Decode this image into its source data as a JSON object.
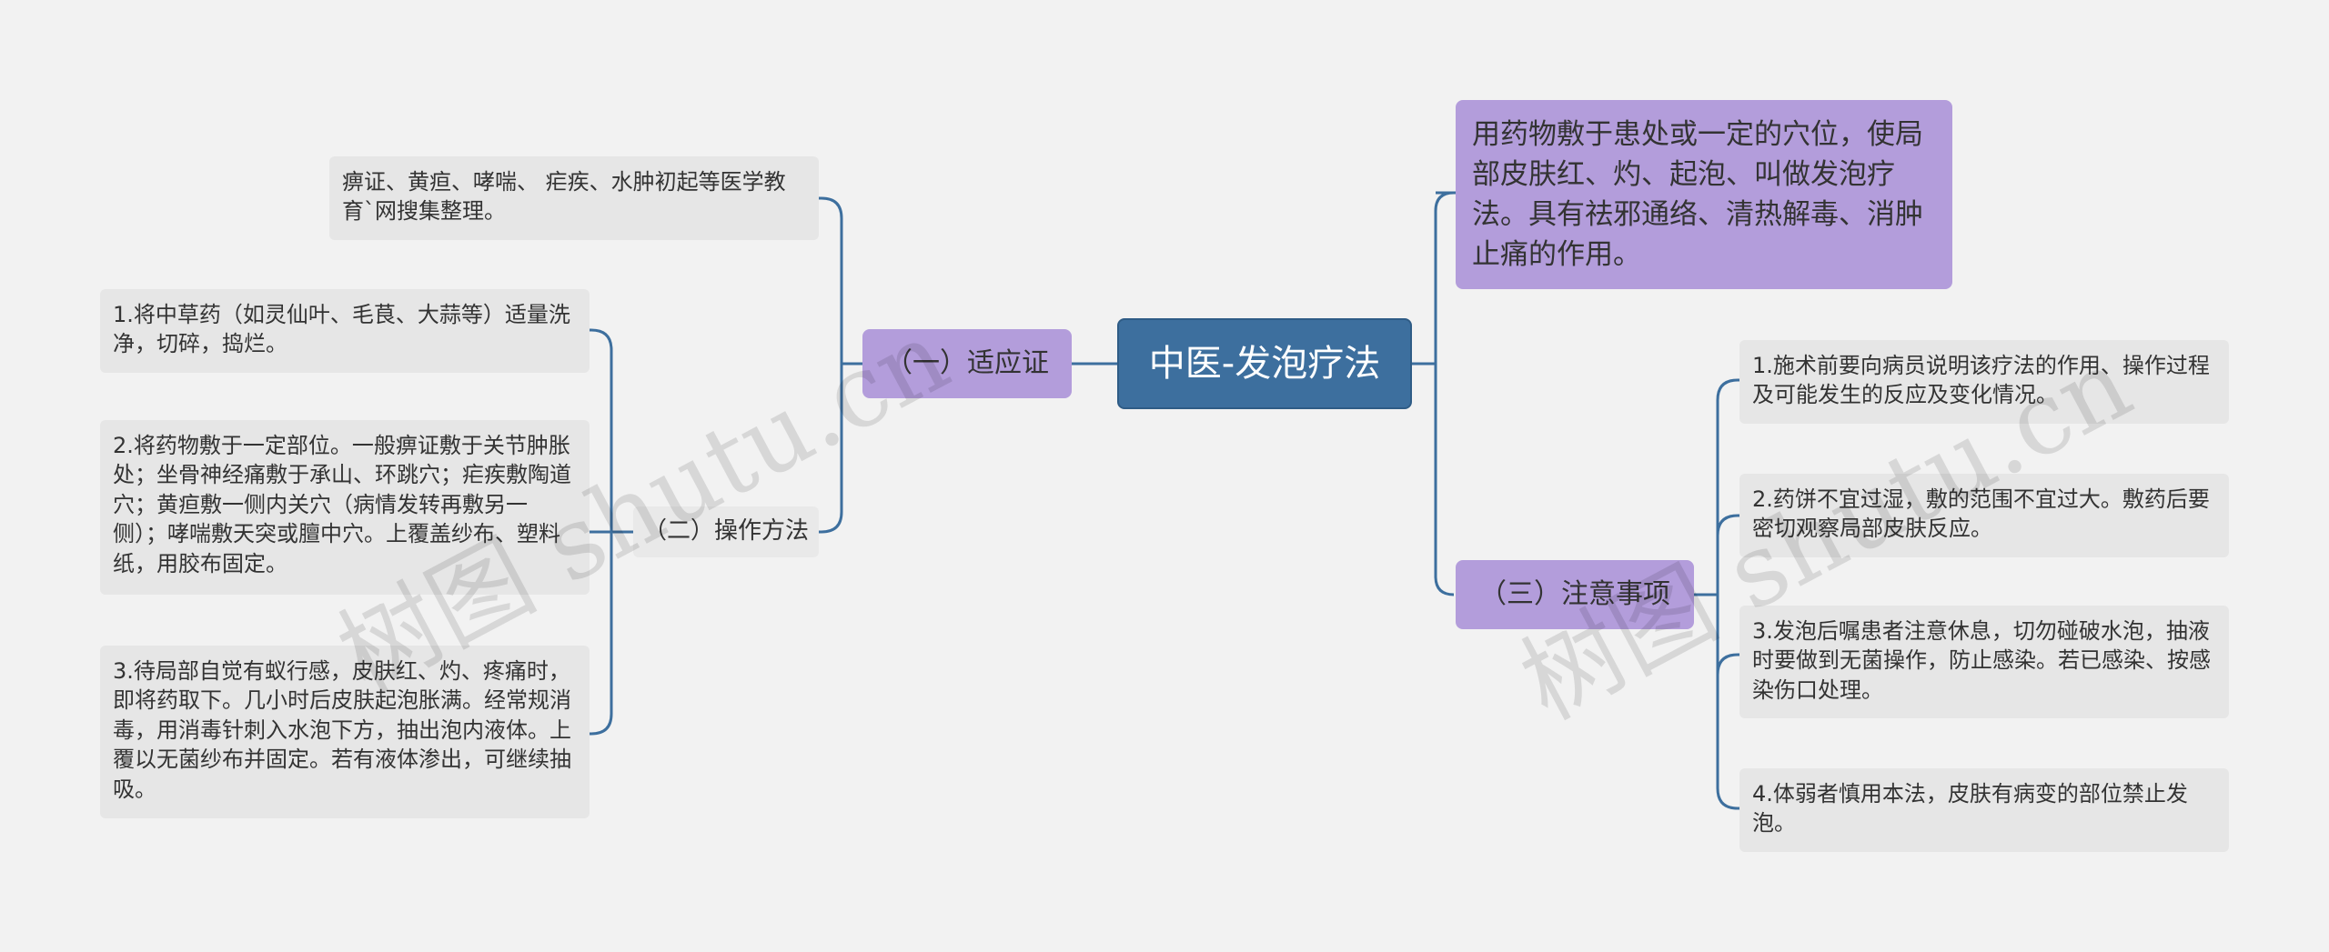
{
  "root": {
    "label": "中医-发泡疗法"
  },
  "description": "用药物敷于患处或一定的穴位，使局部皮肤红、灼、起泡、叫做发泡疗法。具有祛邪通络、清热解毒、消肿止痛的作用。",
  "branches": {
    "indications": {
      "label": "（一）适应证",
      "items": [
        "痹证、黄疸、哮喘、 疟疾、水肿初起等医学教育`网搜集整理。"
      ]
    },
    "procedure": {
      "label": "（二）操作方法",
      "items": [
        "1.将中草药（如灵仙叶、毛茛、大蒜等）适量洗净，切碎，捣烂。",
        "2.将药物敷于一定部位。一般痹证敷于关节肿胀处；坐骨神经痛敷于承山、环跳穴；疟疾敷陶道穴；黄疸敷一侧内关穴（病情发转再敷另一侧）；哮喘敷天突或膻中穴。上覆盖纱布、塑料纸，用胶布固定。",
        "3.待局部自觉有蚁行感，皮肤红、灼、疼痛时，即将药取下。几小时后皮肤起泡胀满。经常规消毒，用消毒针刺入水泡下方，抽出泡内液体。上覆以无菌纱布并固定。若有液体渗出，可继续抽吸。"
      ]
    },
    "precautions": {
      "label": "（三）注意事项",
      "items": [
        "1.施术前要向病员说明该疗法的作用、操作过程及可能发生的反应及变化情况。",
        "2.药饼不宜过湿，敷的范围不宜过大。敷药后要密切观察局部皮肤反应。",
        "3.发泡后嘱患者注意休息，切勿碰破水泡，抽液时要做到无菌操作，防止感染。若已感染、按感染伤口处理。",
        "4.体弱者慎用本法，皮肤有病变的部位禁止发泡。"
      ]
    }
  },
  "watermarks": [
    "树图 shutu.cn",
    "树图 shutu.cn"
  ],
  "colors": {
    "background": "#f2f2f2",
    "root": "#3d6f9e",
    "branch": "#b39ddb",
    "leaf": "#e6e6e6",
    "connector": "#3d6f9e"
  }
}
